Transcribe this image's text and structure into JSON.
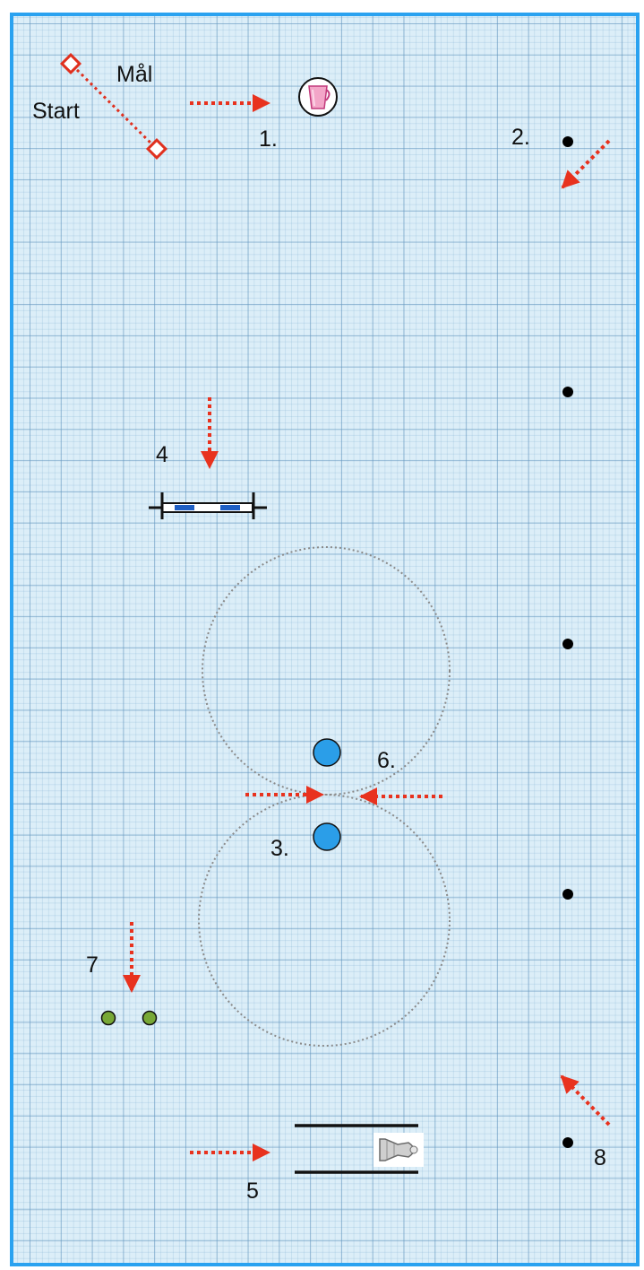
{
  "labels": {
    "start": "Start",
    "goal": "Mål",
    "s1": "1.",
    "s2": "2.",
    "s3": "3.",
    "s4": "4",
    "s5": "5",
    "s6": "6.",
    "s7": "7",
    "s8": "8"
  },
  "colors": {
    "border": "#2aa2f0",
    "grid_background": "#dceef8",
    "arrow": "#e8321e",
    "start_goal_line": "#e0301e",
    "ball": "#2b9ee8",
    "small_ball": "#78a836",
    "marker_dot": "#000000",
    "circle_outline": "#8a8a8a"
  },
  "icons": {
    "station_1": "pink-cup-icon",
    "station_5": "bell-icon"
  }
}
